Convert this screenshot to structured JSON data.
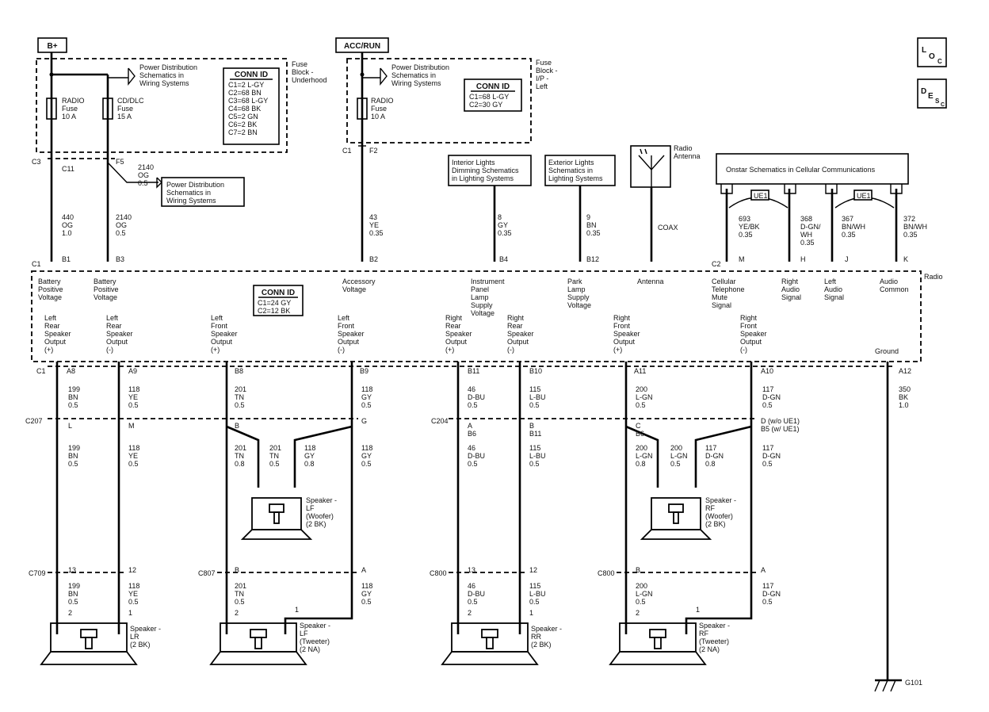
{
  "power": {
    "bplus": "B+",
    "accrun": "ACC/RUN"
  },
  "underhood": {
    "ref_pd": [
      "Power Distribution",
      "Schematics in",
      "Wiring Systems"
    ],
    "fuse_block": [
      "Fuse",
      "Block -",
      "Underhood"
    ],
    "radio_fuse": [
      "RADIO",
      "Fuse",
      "10 A"
    ],
    "cd_fuse": [
      "CD/DLC",
      "Fuse",
      "15 A"
    ],
    "conn_title": "CONN ID",
    "conn_rows": [
      "C1=2 L-GY",
      "C2=68 BN",
      "C3=68 L-GY",
      "C4=68 BK",
      "C5=2 GN",
      "C6=2 BK",
      "C7=2 BN"
    ]
  },
  "ip": {
    "ref_pd": [
      "Power Distribution",
      "Schematics in",
      "Wiring Systems"
    ],
    "fuse_block": [
      "Fuse",
      "Block -",
      "I/P -",
      "Left"
    ],
    "radio_fuse": [
      "RADIO",
      "Fuse",
      "10 A"
    ],
    "conn_title": "CONN ID",
    "conn_rows": [
      "C1=68 L-GY",
      "C2=30 GY"
    ]
  },
  "pd_ref2": [
    "Power Distribution",
    "Schematics in",
    "Wiring Systems"
  ],
  "interior_ref": [
    "Interior Lights",
    "Dimming Schematics",
    "in Lighting Systems"
  ],
  "exterior_ref": [
    "Exterior Lights",
    "Schematics in",
    "Lighting Systems"
  ],
  "antenna_label": [
    "Radio",
    "Antenna"
  ],
  "onstar_ref": "Onstar Schematics in Cellular Communications",
  "ue1": "UE1",
  "coax": "COAX",
  "icons": {
    "loc": "L O C",
    "desc": "D E S C"
  },
  "upper_conns": [
    "C3",
    "C11",
    "F5",
    "C1",
    "F2"
  ],
  "upper_circuits": [
    [
      "440",
      "OG",
      "1.0"
    ],
    [
      "2140",
      "OG",
      "0.5"
    ],
    [
      "43",
      "YE",
      "0.35"
    ],
    [
      "8",
      "GY",
      "0.35"
    ],
    [
      "9",
      "BN",
      "0.35"
    ],
    [
      "693",
      "YE/BK",
      "0.35"
    ],
    [
      "368",
      "D-GN/",
      "WH",
      "0.35"
    ],
    [
      "367",
      "BN/WH",
      "0.35"
    ],
    [
      "372",
      "BN/WH",
      "0.35"
    ]
  ],
  "fuse_out": [
    "2140",
    "OG",
    "0.5"
  ],
  "radio_pins_top": [
    "C1",
    "B1",
    "B3",
    "B2",
    "B4",
    "B12",
    "C2",
    "M",
    "H",
    "J",
    "K"
  ],
  "radio_top_labels": [
    [
      "Battery",
      "Positive",
      "Voltage"
    ],
    [
      "Battery",
      "Positive",
      "Voltage"
    ],
    [
      "Accessory",
      "Voltage"
    ],
    [
      "Instrument",
      "Panel",
      "Lamp",
      "Supply",
      "Voltage"
    ],
    [
      "Park",
      "Lamp",
      "Supply",
      "Voltage"
    ],
    [
      "Antenna"
    ],
    [
      "Cellular",
      "Telephone",
      "Mute",
      "Signal"
    ],
    [
      "Right",
      "Audio",
      "Signal"
    ],
    [
      "Left",
      "Audio",
      "Signal"
    ],
    [
      "Audio",
      "Common"
    ]
  ],
  "radio_label": "Radio",
  "radio_conn": {
    "title": "CONN ID",
    "rows": [
      "C1=24 GY",
      "C2=12 BK"
    ]
  },
  "radio_outputs": [
    [
      "Left",
      "Rear",
      "Speaker",
      "Output",
      "(+)"
    ],
    [
      "Left",
      "Rear",
      "Speaker",
      "Output",
      "(-)"
    ],
    [
      "Left",
      "Front",
      "Speaker",
      "Output",
      "(+)"
    ],
    [
      "Left",
      "Front",
      "Speaker",
      "Output",
      "(-)"
    ],
    [
      "Right",
      "Rear",
      "Speaker",
      "Output",
      "(+)"
    ],
    [
      "Right",
      "Rear",
      "Speaker",
      "Output",
      "(-)"
    ],
    [
      "Right",
      "Front",
      "Speaker",
      "Output",
      "(+)"
    ],
    [
      "Right",
      "Front",
      "Speaker",
      "Output",
      "(-)"
    ]
  ],
  "ground_label": "Ground",
  "bottom_pins": [
    "C1",
    "A8",
    "A9",
    "B8",
    "B9",
    "B11",
    "B10",
    "A11",
    "A10",
    "A12"
  ],
  "circuits_a": [
    [
      "199",
      "BN",
      "0.5"
    ],
    [
      "118",
      "YE",
      "0.5"
    ],
    [
      "201",
      "TN",
      "0.5"
    ],
    [
      "118",
      "GY",
      "0.5"
    ],
    [
      "46",
      "D-BU",
      "0.5"
    ],
    [
      "115",
      "L-BU",
      "0.5"
    ],
    [
      "200",
      "L-GN",
      "0.5"
    ],
    [
      "117",
      "D-GN",
      "0.5"
    ],
    [
      "350",
      "BK",
      "1.0"
    ]
  ],
  "c207": {
    "name": "C207",
    "pins": [
      "L",
      "M",
      "B",
      "G"
    ]
  },
  "c204": {
    "name": "C204",
    "pins": [
      "A",
      "B6",
      "B",
      "B11",
      "C",
      "B6",
      "D (w/o UE1)",
      "B5 (w/ UE1)"
    ]
  },
  "circuits_b": [
    [
      "199",
      "BN",
      "0.5"
    ],
    [
      "118",
      "YE",
      "0.5"
    ],
    [
      "201",
      "TN",
      "0.8"
    ],
    [
      "201",
      "TN",
      "0.5"
    ],
    [
      "118",
      "GY",
      "0.8"
    ],
    [
      "118",
      "GY",
      "0.5"
    ],
    [
      "46",
      "D-BU",
      "0.5"
    ],
    [
      "115",
      "L-BU",
      "0.5"
    ],
    [
      "200",
      "L-GN",
      "0.8"
    ],
    [
      "200",
      "L-GN",
      "0.5"
    ],
    [
      "117",
      "D-GN",
      "0.8"
    ],
    [
      "117",
      "D-GN",
      "0.5"
    ]
  ],
  "woofer_lf": [
    "Speaker -",
    "LF",
    "(Woofer)",
    "(2 BK)"
  ],
  "woofer_rf": [
    "Speaker -",
    "RF",
    "(Woofer)",
    "(2 BK)"
  ],
  "lower_conns": [
    {
      "name": "C709",
      "pins": [
        "13",
        "12"
      ]
    },
    {
      "name": "C807",
      "pins": [
        "B",
        "A"
      ]
    },
    {
      "name": "C800",
      "pins": [
        "13",
        "12"
      ]
    },
    {
      "name": "C800",
      "pins": [
        "B",
        "A"
      ]
    }
  ],
  "circuits_c": [
    [
      "199",
      "BN",
      "0.5"
    ],
    [
      "118",
      "YE",
      "0.5"
    ],
    [
      "201",
      "TN",
      "0.5"
    ],
    [
      "118",
      "GY",
      "0.5"
    ],
    [
      "46",
      "D-BU",
      "0.5"
    ],
    [
      "115",
      "L-BU",
      "0.5"
    ],
    [
      "200",
      "L-GN",
      "0.5"
    ],
    [
      "117",
      "D-GN",
      "0.5"
    ]
  ],
  "spk_pins": [
    "2",
    "1"
  ],
  "speakers": [
    [
      "Speaker -",
      "LR",
      "(2 BK)"
    ],
    [
      "Speaker -",
      "LF",
      "(Tweeter)",
      "(2 NA)"
    ],
    [
      "Speaker -",
      "RR",
      "(2 BK)"
    ],
    [
      "Speaker -",
      "RF",
      "(Tweeter)",
      "(2 NA)"
    ]
  ],
  "ground_id": "G101"
}
